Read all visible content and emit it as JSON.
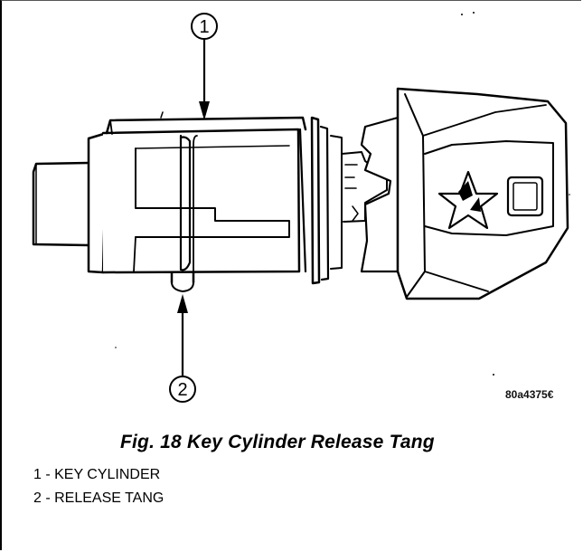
{
  "figure": {
    "callouts": [
      {
        "number": "1"
      },
      {
        "number": "2"
      }
    ],
    "figure_id": "80a4375€",
    "caption": "Fig. 18 Key Cylinder Release Tang"
  },
  "legend": {
    "items": [
      {
        "text": "1 - KEY CYLINDER"
      },
      {
        "text": "2 - RELEASE TANG"
      }
    ]
  }
}
